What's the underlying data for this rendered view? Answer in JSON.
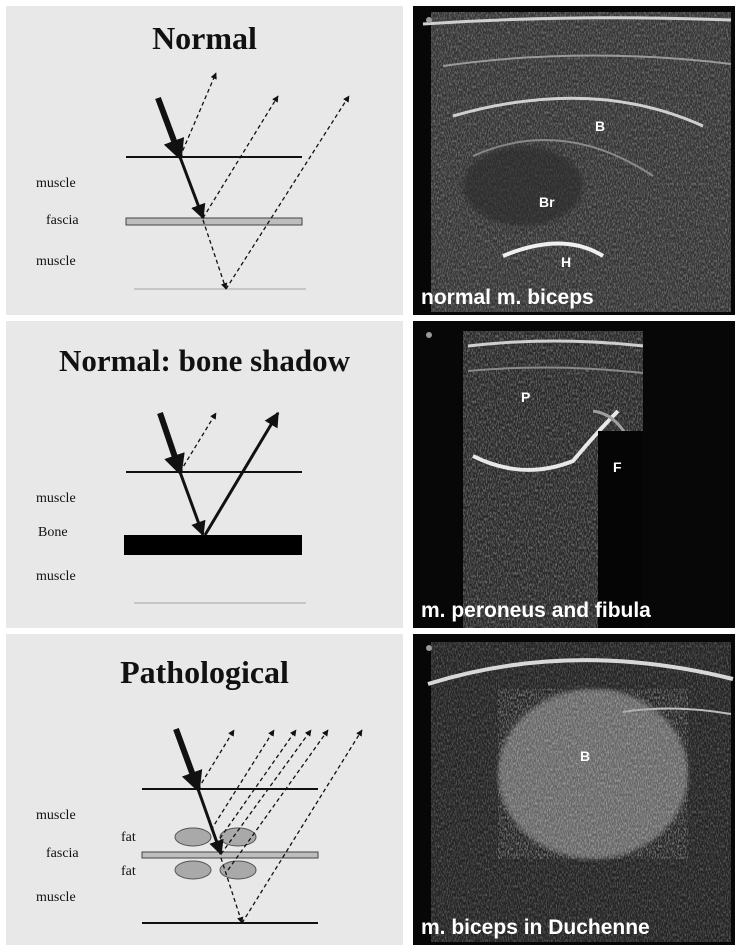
{
  "panels": [
    {
      "title": "Normal",
      "labels": [
        "muscle",
        "fascia",
        "muscle"
      ],
      "caption": "normal m. biceps",
      "markers": [
        "B",
        "Br",
        "H"
      ]
    },
    {
      "title": "Normal: bone shadow",
      "labels": [
        "muscle",
        "Bone",
        "muscle"
      ],
      "caption": "m. peroneus and fibula",
      "markers": [
        "P",
        "F"
      ]
    },
    {
      "title": "Pathological",
      "labels": [
        "muscle",
        "fascia",
        "muscle",
        "fat",
        "fat"
      ],
      "caption": "m. biceps in Duchenne",
      "markers": [
        "B"
      ]
    }
  ],
  "colors": {
    "panel_bg": "#e8e8e8",
    "ultrasound_bg": "#050505",
    "caption_text": "#ffffff",
    "fascia_fill": "#bdbdbd",
    "fat_fill": "#a9a9a9"
  }
}
